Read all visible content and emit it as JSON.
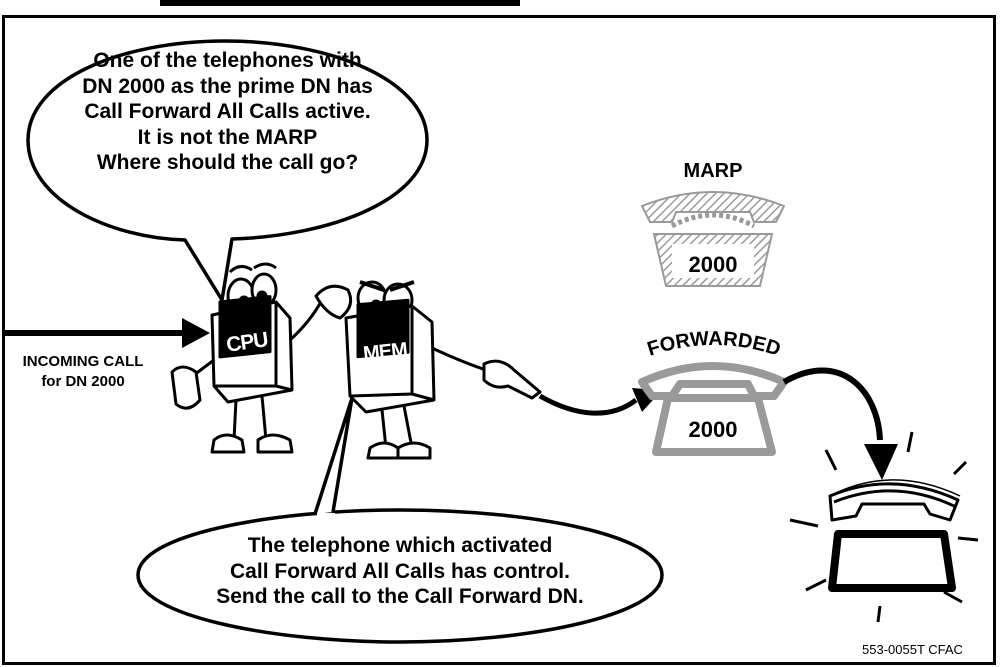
{
  "figure": {
    "reference": "553-0055T CFAC"
  },
  "speech_top": {
    "lines": [
      "One of the telephones with",
      "DN 2000 as the prime DN has",
      "Call Forward All Calls active.",
      "It is not the MARP",
      "Where should the call go?"
    ]
  },
  "speech_bottom": {
    "lines": [
      "The telephone which activated",
      "Call Forward All Calls has control.",
      "Send the call to the Call Forward DN."
    ]
  },
  "incoming": {
    "line1": "INCOMING CALL",
    "line2": "for DN 2000"
  },
  "characters": {
    "cpu_label": "CPU",
    "mem_label": "MEM"
  },
  "phones": {
    "marp_label": "MARP",
    "marp_dn": "2000",
    "forwarded_label": "FORWARDED",
    "forwarded_dn": "2000"
  },
  "colors": {
    "ink": "#000000",
    "marp_phone": "#a0a0a0",
    "forwarded_phone": "#9a9a9a"
  }
}
